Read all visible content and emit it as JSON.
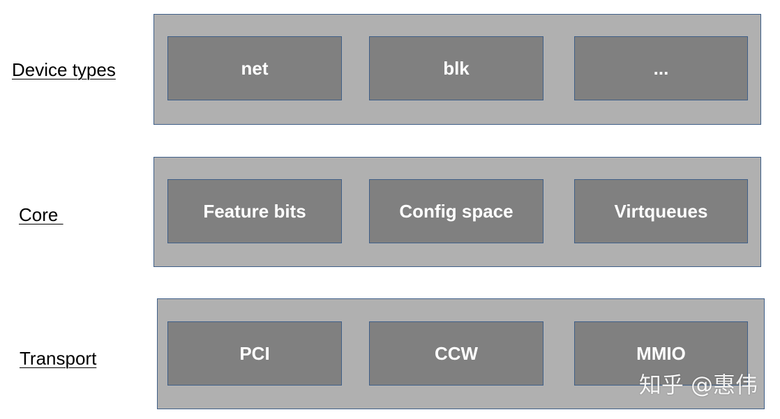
{
  "layers": [
    {
      "label": "Device types",
      "blocks": [
        "net",
        "blk",
        "..."
      ]
    },
    {
      "label": "Core ",
      "blocks": [
        "Feature bits",
        "Config space",
        "Virtqueues"
      ]
    },
    {
      "label": "Transport",
      "blocks": [
        "PCI",
        "CCW",
        "MMIO"
      ]
    }
  ],
  "watermark": "知乎 @惠伟",
  "colors": {
    "panel_fill": "#b0b0b0",
    "block_fill": "#808080",
    "border": "#3f5f88",
    "block_text": "#ffffff"
  }
}
